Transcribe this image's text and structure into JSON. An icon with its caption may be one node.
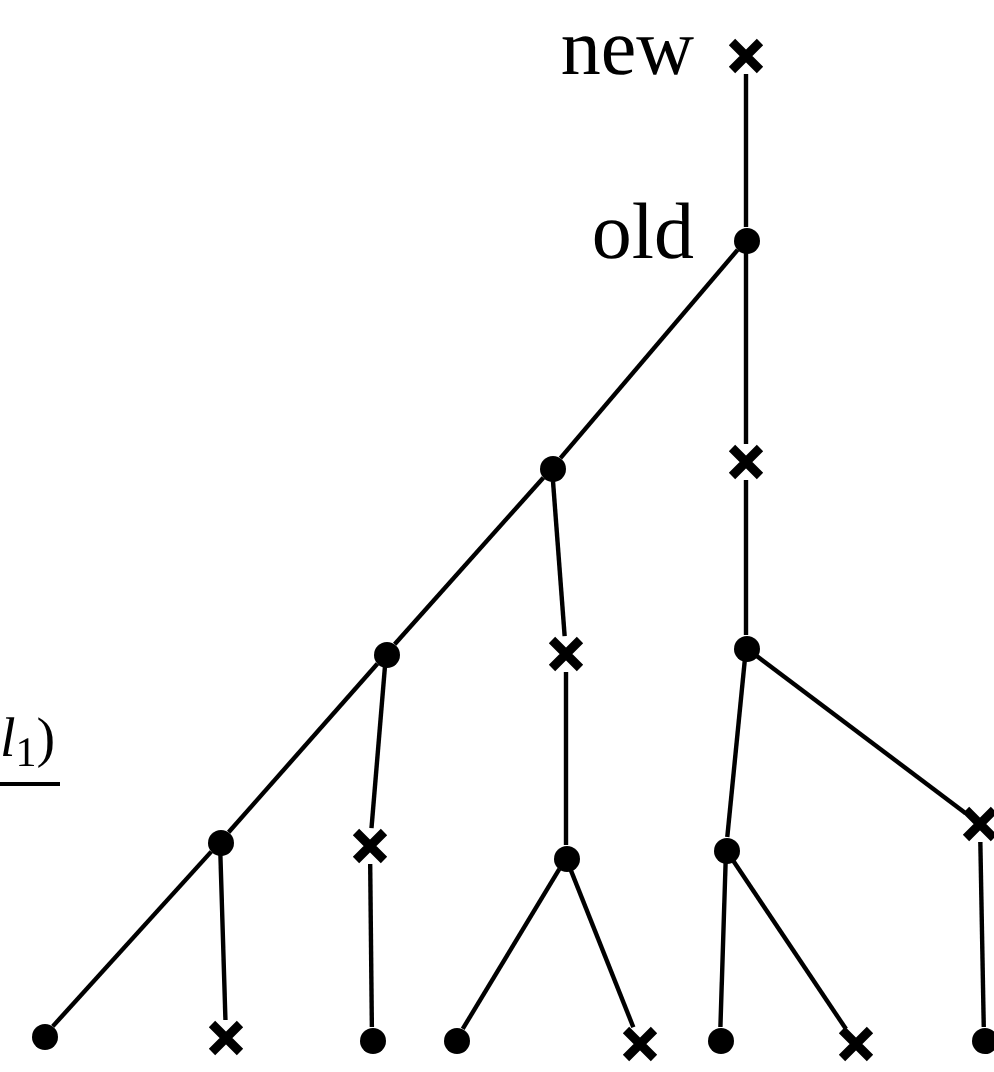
{
  "diagram": {
    "nodes": [
      {
        "text": [],
        "shape": "cross",
        "beside": [
          "new"
        ]
      },
      {
        "text": [],
        "shape": "circle",
        "beside": [
          "old"
        ]
      },
      {
        "text": [],
        "shape": "circle"
      },
      {
        "text": [],
        "shape": "cross"
      },
      {
        "text": [],
        "shape": "circle"
      },
      {
        "text": [],
        "shape": "cross"
      },
      {
        "text": [],
        "shape": "circle"
      },
      {
        "text": [],
        "shape": "circle"
      },
      {
        "text": [],
        "shape": "cross"
      },
      {
        "text": [],
        "shape": "circle"
      },
      {
        "text": [],
        "shape": "circle"
      },
      {
        "text": [],
        "shape": "cross"
      },
      {
        "text": [],
        "shape": "circle"
      },
      {
        "text": [],
        "shape": "cross"
      },
      {
        "text": [],
        "shape": "circle"
      },
      {
        "text": [],
        "shape": "circle"
      },
      {
        "text": [],
        "shape": "cross"
      },
      {
        "text": [],
        "shape": "circle"
      },
      {
        "text": [],
        "shape": "cross"
      },
      {
        "text": [],
        "shape": "circle"
      }
    ],
    "edges": [
      {
        "from": 0,
        "to": 1,
        "arrow": "none"
      },
      {
        "from": 1,
        "to": 2,
        "arrow": "none"
      },
      {
        "from": 1,
        "to": 3,
        "arrow": "none"
      },
      {
        "from": 2,
        "to": 4,
        "arrow": "none"
      },
      {
        "from": 2,
        "to": 5,
        "arrow": "none"
      },
      {
        "from": 3,
        "to": 6,
        "arrow": "none"
      },
      {
        "from": 4,
        "to": 7,
        "arrow": "none"
      },
      {
        "from": 4,
        "to": 8,
        "arrow": "none"
      },
      {
        "from": 5,
        "to": 9,
        "arrow": "none"
      },
      {
        "from": 6,
        "to": 10,
        "arrow": "none"
      },
      {
        "from": 6,
        "to": 11,
        "arrow": "none"
      },
      {
        "from": 7,
        "to": 12,
        "arrow": "none"
      },
      {
        "from": 7,
        "to": 13,
        "arrow": "none"
      },
      {
        "from": 8,
        "to": 14,
        "arrow": "none"
      },
      {
        "from": 9,
        "to": 15,
        "arrow": "none"
      },
      {
        "from": 9,
        "to": 16,
        "arrow": "none"
      },
      {
        "from": 10,
        "to": 17,
        "arrow": "none"
      },
      {
        "from": 10,
        "to": 18,
        "arrow": "none"
      },
      {
        "from": 11,
        "to": 19,
        "arrow": "none"
      }
    ],
    "labels": [
      "*l*$_{1}$)"
    ]
  }
}
